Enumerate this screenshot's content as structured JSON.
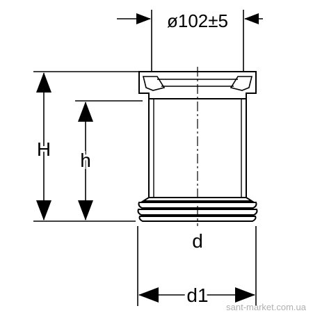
{
  "labels": {
    "top_dimension": "ø102±5",
    "height_outer": "H",
    "height_inner": "h",
    "diameter_inner": "d",
    "diameter_outer": "d1"
  },
  "watermark": "sant-market.com.ua",
  "colors": {
    "line": "#000000",
    "watermark": "#b0b0b0",
    "background": "#ffffff"
  }
}
